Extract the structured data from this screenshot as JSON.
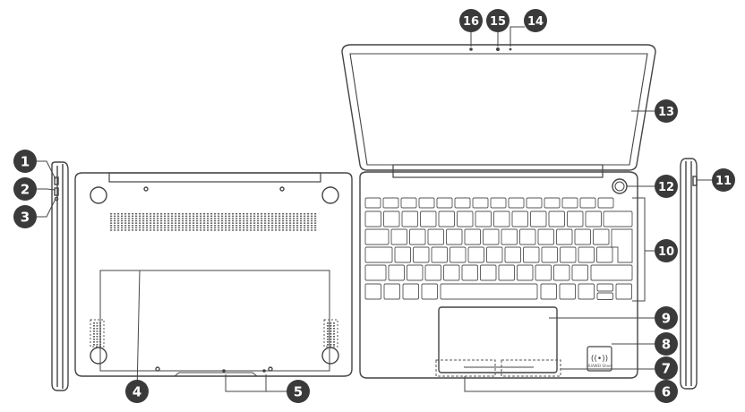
{
  "diagram": {
    "callouts": [
      "1",
      "2",
      "3",
      "4",
      "5",
      "6",
      "7",
      "8",
      "9",
      "10",
      "11",
      "12",
      "13",
      "14",
      "15",
      "16"
    ],
    "sensor_label": "HUAWEI Share"
  },
  "colors": {
    "outline": "#444444",
    "callout_fill": "#3a3a3a",
    "callout_text": "#ffffff",
    "dashed": "#555555"
  }
}
